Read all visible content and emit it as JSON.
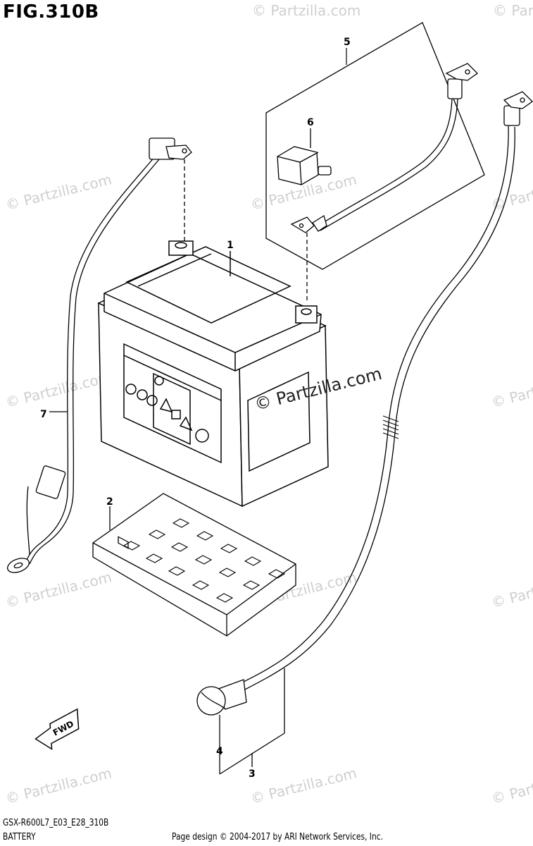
{
  "figure": {
    "title": "FIG.310B",
    "code": "GSX-R600L7_E03_E28_310B",
    "name": "BATTERY"
  },
  "footer": {
    "copyright": "Page design © 2004-2017 by ARI Network Services, Inc."
  },
  "watermark": {
    "text": "© Partzilla.com"
  },
  "direction": {
    "label": "FWD"
  },
  "callouts": [
    {
      "id": "1",
      "label": "1"
    },
    {
      "id": "2",
      "label": "2"
    },
    {
      "id": "3",
      "label": "3"
    },
    {
      "id": "4",
      "label": "4"
    },
    {
      "id": "5",
      "label": "5"
    },
    {
      "id": "6",
      "label": "6"
    },
    {
      "id": "7",
      "label": "7"
    }
  ]
}
